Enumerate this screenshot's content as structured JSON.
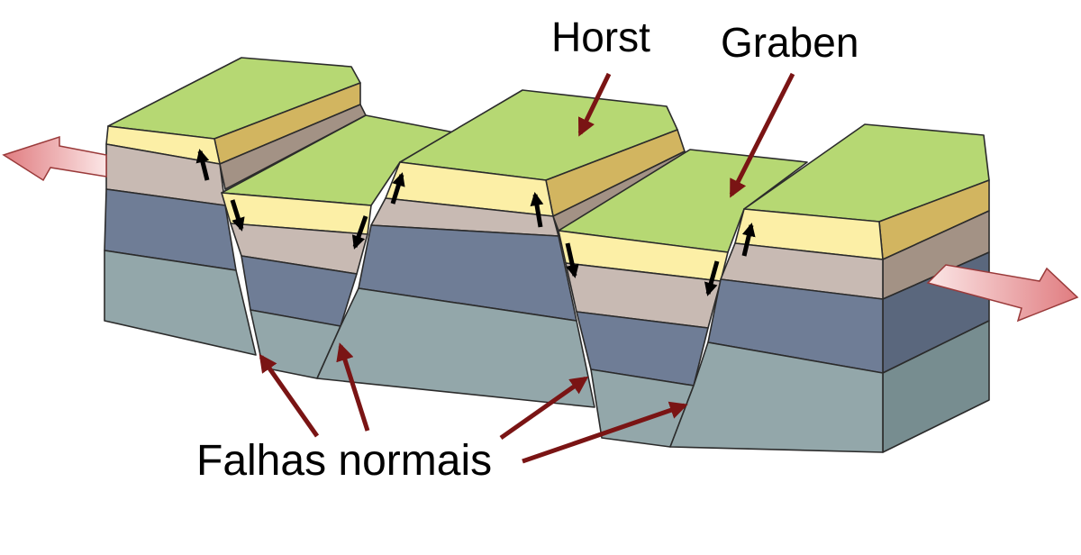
{
  "labels": {
    "horst": "Horst",
    "graben": "Graben",
    "normal_faults": "Falhas normais"
  },
  "colors": {
    "surface_green": "#b6d873",
    "layer_yellow": "#fcefa6",
    "layer_yellow_side": "#d2b560",
    "layer_taupe": "#c8bab3",
    "layer_taupe_side": "#a39285",
    "layer_slate": "#6f7d96",
    "layer_slate_side": "#5a677d",
    "layer_bottom": "#93a7aa",
    "layer_bottom_side": "#778d90",
    "pointer_arrow": "#7a1414",
    "extension_arrow": "#e6878a",
    "motion_arrow": "#000000"
  },
  "icons": {
    "extension_left": "arrow-left-icon",
    "extension_right": "arrow-right-icon",
    "fault_motion_up": "arrow-up-icon",
    "fault_motion_down": "arrow-down-icon"
  }
}
